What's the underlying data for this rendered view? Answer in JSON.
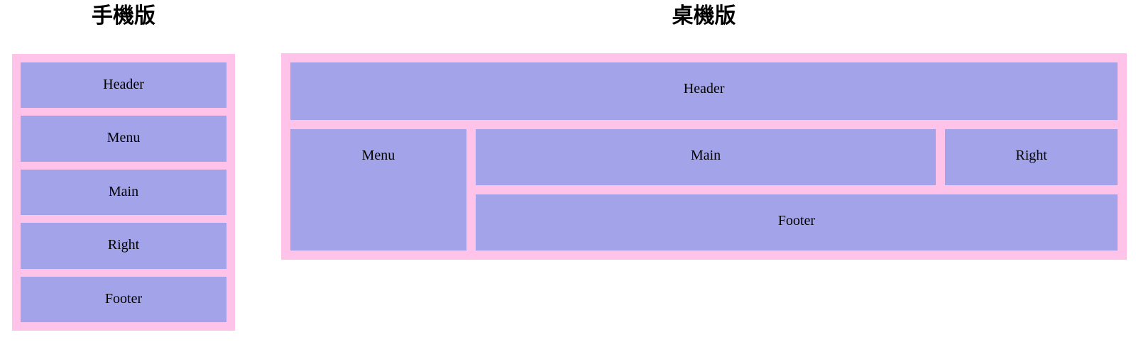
{
  "colors": {
    "background": "#ffffff",
    "panel_pink": "#ffc3e9",
    "box_purple": "#a3a3e9",
    "title_text": "#000000",
    "box_text": "#000000"
  },
  "mobile_section": {
    "title": "手機版",
    "boxes": [
      {
        "label": "Header"
      },
      {
        "label": "Menu"
      },
      {
        "label": "Main"
      },
      {
        "label": "Right"
      },
      {
        "label": "Footer"
      }
    ]
  },
  "desktop_section": {
    "title": "桌機版",
    "boxes": {
      "header": "Header",
      "menu": "Menu",
      "main": "Main",
      "right": "Right",
      "footer": "Footer"
    }
  }
}
